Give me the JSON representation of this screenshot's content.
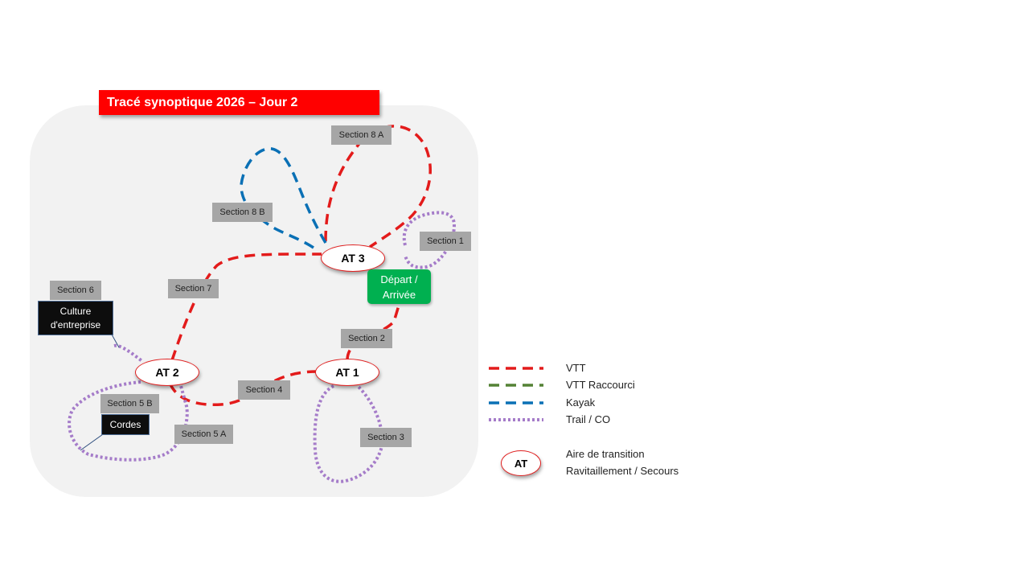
{
  "title": "Tracé synoptique 2026 – Jour 2",
  "colors": {
    "vtt": "#e31b1b",
    "vtt_raccourci": "#548235",
    "kayak": "#0a70b5",
    "trail": "#a57cc9",
    "title_bg": "#ff0000",
    "depart_bg": "#00b050"
  },
  "sections": {
    "s1": "Section 1",
    "s2": "Section 2",
    "s3": "Section 3",
    "s4": "Section 4",
    "s5a": "Section 5 A",
    "s5b": "Section 5 B",
    "s6": "Section 6",
    "s7": "Section 7",
    "s8a": "Section 8 A",
    "s8b": "Section 8 B"
  },
  "activities": {
    "culture_line1": "Culture",
    "culture_line2": "d'entreprise",
    "cordes": "Cordes"
  },
  "transition_areas": {
    "at1": "AT 1",
    "at2": "AT 2",
    "at3": "AT 3"
  },
  "depart": {
    "line1": "Départ /",
    "line2": "Arrivée"
  },
  "legend": {
    "vtt": "VTT",
    "vtt_raccourci": "VTT Raccourci",
    "kayak": "Kayak",
    "trail": "Trail / CO",
    "at_symbol": "AT",
    "at_line1": "Aire de transition",
    "at_line2": "Ravitaillement / Secours"
  }
}
